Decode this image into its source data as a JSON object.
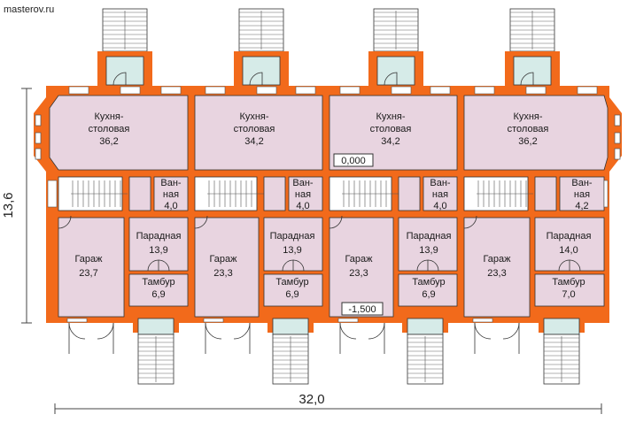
{
  "site_label": "masterov.ru",
  "dimensions": {
    "width_label": "32,0",
    "height_label": "13,6"
  },
  "levels": {
    "top": "0,000",
    "bottom": "-1,500"
  },
  "units": [
    {
      "kitchen": {
        "name1": "Кухня-",
        "name2": "столовая",
        "area": "36,2"
      },
      "bath": {
        "name1": "Ван-",
        "name2": "ная",
        "area": "4,0"
      },
      "hall": {
        "name": "Парадная",
        "area": "13,9"
      },
      "garage": {
        "name": "Гараж",
        "area": "23,7"
      },
      "vestibule": {
        "name": "Тамбур",
        "area": "6,9"
      }
    },
    {
      "kitchen": {
        "name1": "Кухня-",
        "name2": "столовая",
        "area": "34,2"
      },
      "bath": {
        "name1": "Ван-",
        "name2": "ная",
        "area": "4,0"
      },
      "hall": {
        "name": "Парадная",
        "area": "13,9"
      },
      "garage": {
        "name": "Гараж",
        "area": "23,3"
      },
      "vestibule": {
        "name": "Тамбур",
        "area": "6,9"
      }
    },
    {
      "kitchen": {
        "name1": "Кухня-",
        "name2": "столовая",
        "area": "34,2"
      },
      "bath": {
        "name1": "Ван-",
        "name2": "ная",
        "area": "4,0"
      },
      "hall": {
        "name": "Парадная",
        "area": "13,9"
      },
      "garage": {
        "name": "Гараж",
        "area": "23,3"
      },
      "vestibule": {
        "name": "Тамбур",
        "area": "6,9"
      }
    },
    {
      "kitchen": {
        "name1": "Кухня-",
        "name2": "столовая",
        "area": "36,2"
      },
      "bath": {
        "name1": "Ван-",
        "name2": "ная",
        "area": "4,2"
      },
      "hall": {
        "name": "Парадная",
        "area": "14,0"
      },
      "garage": {
        "name": "Гараж",
        "area": "23,3"
      },
      "vestibule": {
        "name": "Тамбур",
        "area": "7,0"
      }
    }
  ],
  "colors": {
    "wall": "#f26a1b",
    "room_fill": "#e8d4e0",
    "porch_glass": "#d6ebe8",
    "line": "#333333"
  }
}
